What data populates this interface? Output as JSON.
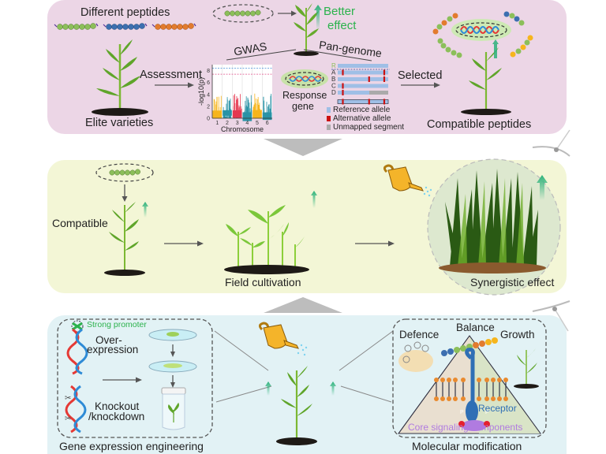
{
  "colors": {
    "panel_top": "#ecd6e6",
    "panel_middle": "#f3f6d6",
    "panel_bottom": "#e2f2f5",
    "accent_green": "#2bb24c",
    "arrow_gray": "#bdbdbd",
    "chromosome_colors": [
      "#f6b51c",
      "#2a93a6",
      "#e53951",
      "#2a93a6",
      "#f6b51c",
      "#2a93a6"
    ],
    "reference_allele": "#9fbfe6",
    "alternative_allele": "#cc1111",
    "unmapped_segment": "#aaaaaa",
    "receptor": "#2f6fb5",
    "core_signaling": "#b07be0"
  },
  "top_panel": {
    "different_peptides_label": "Different peptides",
    "peptide_colors": [
      "#8cbf5a",
      "#3c6fb0",
      "#e27b2e"
    ],
    "better_effect_line1": "Better",
    "better_effect_line2": "effect",
    "elite_varieties_label": "Elite varieties",
    "assessment_label": "Assessment",
    "gwas_label": "GWAS",
    "pan_genome_label": "Pan-genome",
    "response_gene_line1": "Response",
    "response_gene_line2": "gene",
    "selected_label": "Selected",
    "compatible_peptides_label": "Compatible peptides",
    "manhattan": {
      "ylabel": "-log10(p)",
      "xlabel": "Chromosome",
      "y_ticks": [
        "0",
        "2",
        "4",
        "6",
        "8"
      ],
      "x_ticks": [
        "1",
        "2",
        "3",
        "4",
        "5",
        "6"
      ],
      "threshold_lines": [
        8.4,
        7.4
      ]
    },
    "pan_genome_rows": [
      "R",
      "A",
      "B",
      "C",
      "D"
    ],
    "legend": [
      {
        "label": "Reference allele",
        "color": "#9fbfe6"
      },
      {
        "label": "Alternative allele",
        "color": "#cc1111"
      },
      {
        "label": "Unmapped segment",
        "color": "#aaaaaa"
      }
    ]
  },
  "middle_panel": {
    "compatible_label": "Compatible",
    "field_cultivation_label": "Field cultivation",
    "synergistic_effect_label": "Synergistic effect"
  },
  "bottom_panel": {
    "strong_promoter_label": "Strong promoter",
    "overexpression_line1": "Over-",
    "overexpression_line2": "expression",
    "knockout_line1": "Knockout",
    "knockout_line2": "/knockdown",
    "gene_expression_engineering_label": "Gene expression engineering",
    "balance_label": "Balance",
    "defence_label": "Defence",
    "growth_label": "Growth",
    "receptor_label": "Receptor",
    "core_signaling_label": "Core signaling components",
    "phospho_label": "P",
    "molecular_modification_label": "Molecular modification"
  }
}
